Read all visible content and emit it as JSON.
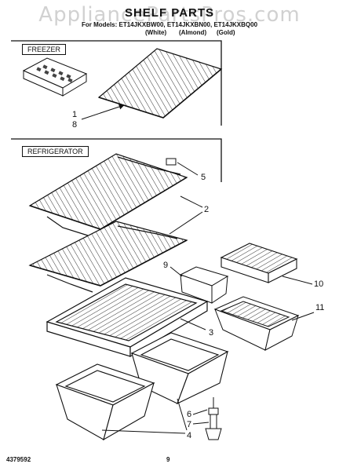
{
  "watermark": "AppliancePartsPros.com",
  "title": "SHELF PARTS",
  "models": "For Models: ET14JKXBW00, ET14JKXBN00, ET14JKXBQ00",
  "color_labels": [
    "(White)",
    "(Almond)",
    "(Gold)"
  ],
  "sections": {
    "freezer": "FREEZER",
    "refrigerator": "REFRIGERATOR"
  },
  "callouts": {
    "c1": "1",
    "c8": "8",
    "c5": "5",
    "c2": "2",
    "c9": "9",
    "c10": "10",
    "c11": "11",
    "c3": "3",
    "c6": "6",
    "c7": "7",
    "c4": "4"
  },
  "footer": {
    "part_number": "4379592",
    "page": "9"
  }
}
